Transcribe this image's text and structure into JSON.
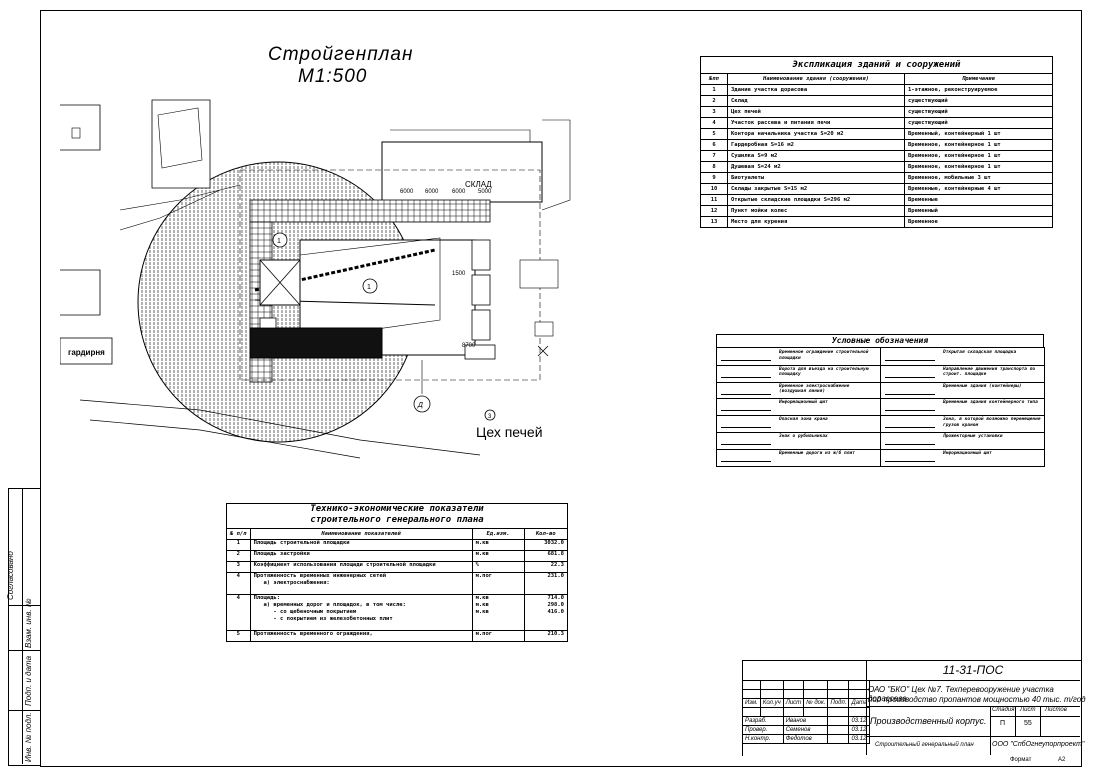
{
  "plan": {
    "title": "Стройгенплан",
    "scale": "М1:500",
    "label_sklad": "СКЛАД",
    "label_kontora": "гардирня",
    "label_ceh": "Цех печей",
    "label_ceh_num": "3",
    "label_crane_num": "1",
    "label_d": "Д",
    "label_1": "1",
    "dims": [
      "6000",
      "6000",
      "6000",
      "5000",
      "1500",
      "8700"
    ]
  },
  "explication": {
    "title": "Экспликация зданий и сооружений",
    "headers": [
      "№пп",
      "Наименование здания (сооружения)",
      "Примечание"
    ],
    "rows": [
      [
        "1",
        "Здание участка дорасова",
        "1-этажное, реконструируемое"
      ],
      [
        "2",
        "Склад",
        "существующий"
      ],
      [
        "3",
        "Цех печей",
        "существующий"
      ],
      [
        "4",
        "Участок рассева и питания печи",
        "существующий"
      ],
      [
        "5",
        "Контора начальника участка S=20 м2",
        "Временный, контейнерный 1 шт"
      ],
      [
        "6",
        "Гардеробная S=16 м2",
        "Временное, контейнерное 1 шт"
      ],
      [
        "7",
        "Сушилка S=9 м2",
        "Временное, контейнерное 1 шт"
      ],
      [
        "8",
        "Душевая S=24 м2",
        "Временное, контейнерное 1 шт"
      ],
      [
        "9",
        "Биотуалеты",
        "Временное, мобильные 3 шт"
      ],
      [
        "10",
        "Склады закрытые S=15 м2",
        "Временные, контейнерные 4 шт"
      ],
      [
        "11",
        "Открытые складские площадки S=296 м2",
        "Временные"
      ],
      [
        "12",
        "Пункт мойки колес",
        "Временный"
      ],
      [
        "13",
        "Место для курения",
        "Временное"
      ]
    ]
  },
  "legend": {
    "title": "Условные обозначения",
    "items_left": [
      "Временное ограждение строительной площадки",
      "Ворота для въезда на строительную площадку",
      "Временное электроснабжение (воздушная линия)",
      "Информационный щит",
      "Опасная зона крана",
      "Знак о рубильниках",
      "Временные дороги из ж/б плит"
    ],
    "items_right": [
      "Открытая складская площадка",
      "Направление движения транспорта по строит. площадке",
      "Временные здания (контейнеры)",
      "Временные здания контейнерного типа",
      "Зона, в которой возможно перемещение грузов краном",
      "Прожекторные установки",
      "Информационный щит"
    ]
  },
  "tep": {
    "title1": "Технико-экономические показатели",
    "title2": "строительного генерального плана",
    "headers": [
      "№ п/п",
      "Наименование показателей",
      "Ед.изм.",
      "Кол-во"
    ],
    "rows": [
      {
        "n": "1",
        "name": "Площадь строительной площадки",
        "unit": "м.кв",
        "val": "3032.0"
      },
      {
        "n": "2",
        "name": "Площадь застройки",
        "unit": "м.кв",
        "val": "681.8"
      },
      {
        "n": "3",
        "name": "Коэффициент использования площади строительной площадки",
        "unit": "%",
        "val": "22.3"
      },
      {
        "n": "4",
        "name": "Протяженность временных инженерных сетей\n   а) электроснабжения:",
        "unit": "м.пог",
        "val": "231.0"
      },
      {
        "n": "4",
        "name": "Площадь:\n   а) временных дорог и площадок, в том числе:\n      - со щебеночным покрытием\n      - с покрытием из железобетонных плит",
        "unit": "м.кв\nм.кв\nм.кв",
        "val": "714.0\n298.0\n416.0"
      },
      {
        "n": "5",
        "name": "Протяженность временного ограждения,",
        "unit": "м.пог",
        "val": "210.3"
      }
    ]
  },
  "stamp": {
    "code": "11-31-ПОС",
    "org_line1": "ОАО \"БКО\" Цех №7. Техперевооружение участка дорассева",
    "org_line2": "под производство пропантов мощностью 40 тыс. т/год",
    "building": "Производственный корпус.",
    "sheet_name": "Строительный генеральный план",
    "company": "ООО \"СпбОгнеупорпроект\"",
    "stage_h": "Стадия",
    "sheet_h": "Лист",
    "sheets_h": "Листов",
    "stage": "П",
    "sheet": "55",
    "cols": [
      "Изм.",
      "Кол.уч",
      "Лист",
      "№ док.",
      "Подп.",
      "Дата"
    ],
    "people": [
      {
        "role": "Разраб.",
        "name": "Иванов",
        "date": "03.12"
      },
      {
        "role": "Провер.",
        "name": "Семенов",
        "date": "03.12"
      },
      {
        "role": "Н.контр.",
        "name": "Федотов",
        "date": "03.12"
      }
    ],
    "format_label": "Формат",
    "format": "А2"
  },
  "side": {
    "agreed": "Согласовано",
    "inv_sub": "Взам. инв. №",
    "sign_date": "Подп. и дата",
    "inv_orig": "Инв. № подл."
  }
}
